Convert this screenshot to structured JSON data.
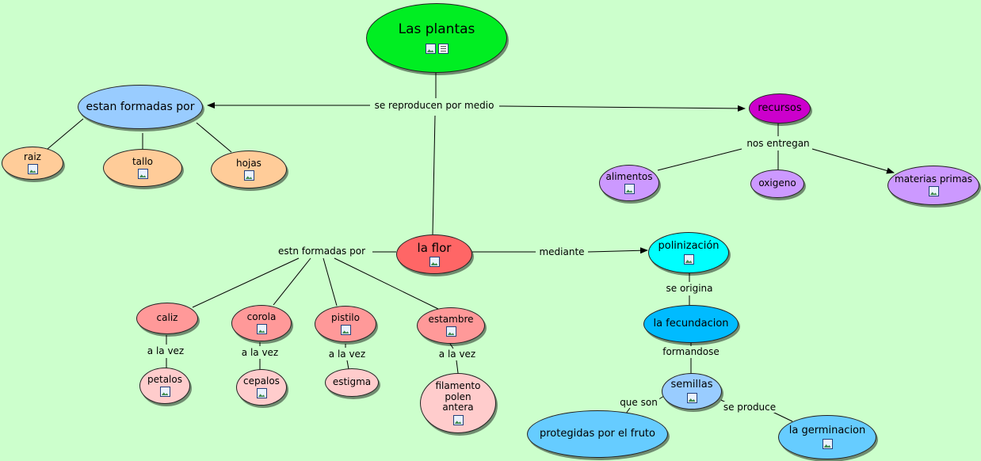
{
  "nodes": {
    "las_plantas": "Las plantas",
    "estan_formadas_por": "estan formadas por",
    "raiz": "raiz",
    "tallo": "tallo",
    "hojas": "hojas",
    "recursos": "recursos",
    "alimentos": "alimentos",
    "oxigeno": "oxigeno",
    "materias_primas": "materias primas",
    "la_flor": "la flor",
    "polinizacion": "polinización",
    "la_fecundacion": "la fecundacion",
    "semillas": "semillas",
    "protegidas": "protegidas por el fruto",
    "la_germinacion": "la germinacion",
    "caliz": "caliz",
    "corola": "corola",
    "pistilo": "pistilo",
    "estambre": "estambre",
    "petalos": "petalos",
    "cepalos": "cepalos",
    "estigma": "estigma",
    "filamento": "filamento",
    "polen": "polen",
    "antera": "antera"
  },
  "links": {
    "se_reproducen": "se reproducen por medio",
    "nos_entregan": "nos entregan",
    "estn_formadas": "estn formadas por",
    "mediante": "mediante",
    "se_origina": "se origina",
    "formandose": "formandose",
    "que_son": "que son",
    "se_produce": "se produce",
    "a_la_vez": "a la vez"
  },
  "colors": {
    "background": "#ccffcc",
    "root": "#00ee22",
    "structure": "#99ccff",
    "parts": "#ffcc99",
    "recursos": "#cc00cc",
    "resources": "#cc99ff",
    "flor": "#ff6666",
    "polinizacion": "#00ffff",
    "fecundacion": "#00bbff",
    "seed": "#99ccff",
    "outcome": "#66ccff",
    "flower_parts": "#ff9999",
    "flower_sub": "#ffcccc"
  }
}
